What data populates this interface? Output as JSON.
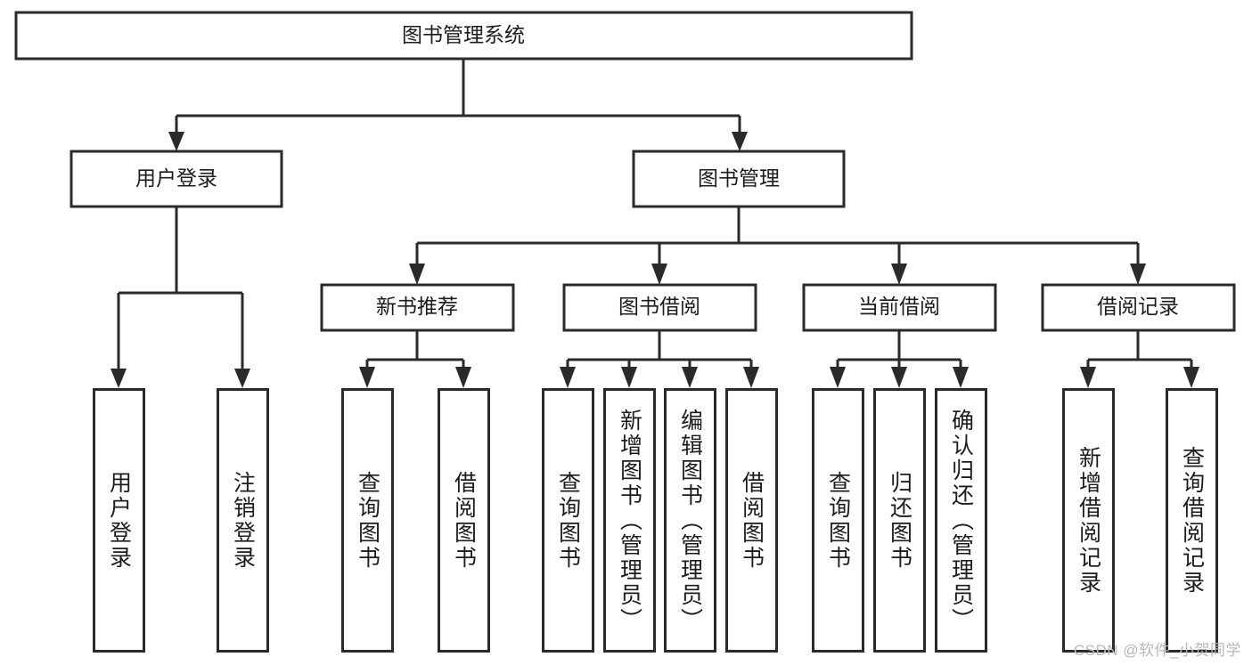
{
  "diagram": {
    "type": "hierarchy-tree",
    "title": "图书管理系统",
    "watermark": "CSDN @软件_小贺同学",
    "colors": {
      "stroke": "#2a2a2a",
      "fill": "#ffffff",
      "text": "#1c1c1c",
      "watermark": "#b8b8b8"
    },
    "root": {
      "label": "图书管理系统"
    },
    "level1": [
      {
        "id": "user-login",
        "label": "用户登录"
      },
      {
        "id": "book-management",
        "label": "图书管理"
      }
    ],
    "level2": [
      {
        "id": "new-book-recommend",
        "label": "新书推荐",
        "parent": "book-management"
      },
      {
        "id": "book-borrow",
        "label": "图书借阅",
        "parent": "book-management"
      },
      {
        "id": "current-borrow",
        "label": "当前借阅",
        "parent": "book-management"
      },
      {
        "id": "borrow-record",
        "label": "借阅记录",
        "parent": "book-management"
      }
    ],
    "leaves": [
      {
        "id": "leaf-user-login",
        "label": "用户登录",
        "parent": "user-login"
      },
      {
        "id": "leaf-logout",
        "label": "注销登录",
        "parent": "user-login"
      },
      {
        "id": "leaf-query-book-1",
        "label": "查询图书",
        "parent": "new-book-recommend"
      },
      {
        "id": "leaf-borrow-book-1",
        "label": "借阅图书",
        "parent": "new-book-recommend"
      },
      {
        "id": "leaf-query-book-2",
        "label": "查询图书",
        "parent": "book-borrow"
      },
      {
        "id": "leaf-add-book",
        "label": "新增图书（管理员）",
        "parent": "book-borrow"
      },
      {
        "id": "leaf-edit-book",
        "label": "编辑图书（管理员）",
        "parent": "book-borrow"
      },
      {
        "id": "leaf-borrow-book-2",
        "label": "借阅图书",
        "parent": "book-borrow"
      },
      {
        "id": "leaf-query-book-3",
        "label": "查询图书",
        "parent": "current-borrow"
      },
      {
        "id": "leaf-return-book",
        "label": "归还图书",
        "parent": "current-borrow"
      },
      {
        "id": "leaf-confirm-return",
        "label": "确认归还（管理员）",
        "parent": "current-borrow"
      },
      {
        "id": "leaf-add-record",
        "label": "新增借阅记录",
        "parent": "borrow-record"
      },
      {
        "id": "leaf-query-record",
        "label": "查询借阅记录",
        "parent": "borrow-record"
      }
    ]
  }
}
